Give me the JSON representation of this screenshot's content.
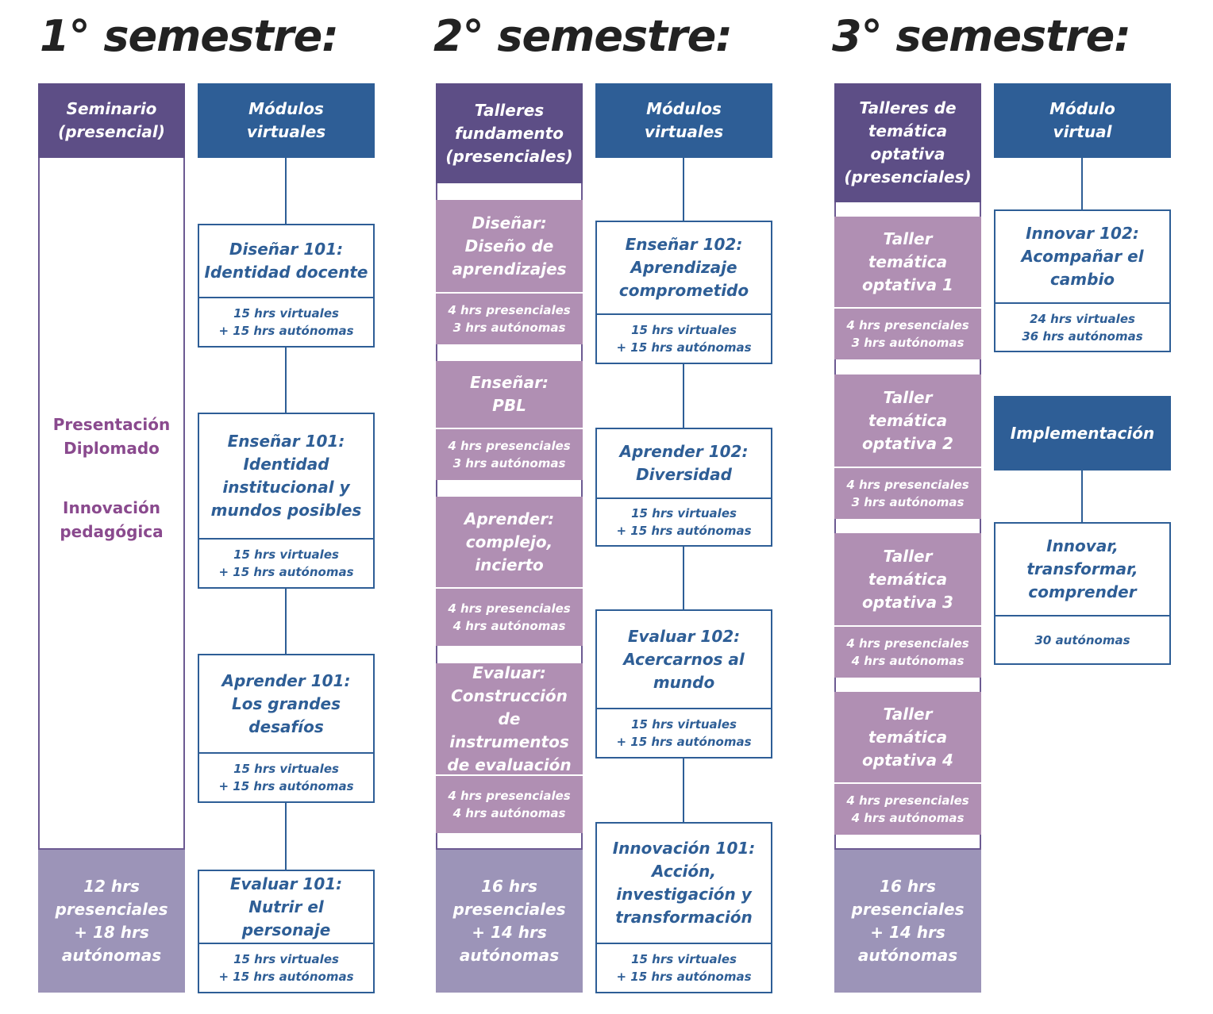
{
  "semesters": [
    {
      "title": "1° semestre:",
      "presencial_header": "Seminario\n(presencial)",
      "seminar_lines": [
        "Presentación\nDiplomado",
        "Innovación\npedagógica"
      ],
      "presencial_footer": "12 hrs\npresenciales\n+ 18 hrs\nautónomas",
      "virtual_header": "Módulos\nvirtuales",
      "virtual_modules": [
        {
          "title": "Diseñar 101:\nIdentidad docente",
          "hours": "15 hrs virtuales\n+ 15 hrs autónomas"
        },
        {
          "title": "Enseñar 101:\nIdentidad\ninstitucional y\nmundos posibles",
          "hours": "15 hrs virtuales\n+ 15 hrs autónomas"
        },
        {
          "title": "Aprender 101:\nLos grandes\ndesafíos",
          "hours": "15 hrs virtuales\n+ 15 hrs autónomas"
        },
        {
          "title": "Evaluar 101:\nNutrir el personaje",
          "hours": "15 hrs virtuales\n+ 15 hrs autónomas"
        }
      ]
    },
    {
      "title": "2° semestre:",
      "presencial_header": "Talleres\nfundamento\n(presenciales)",
      "workshops": [
        {
          "title": "Diseñar:\nDiseño de\naprendizajes",
          "hours": "4 hrs presenciales\n3 hrs autónomas"
        },
        {
          "title": "Enseñar:\nPBL",
          "hours": "4 hrs presenciales\n3 hrs autónomas"
        },
        {
          "title": "Aprender:\ncomplejo,\nincierto",
          "hours": "4 hrs presenciales\n4 hrs autónomas"
        },
        {
          "title": "Evaluar:\nConstrucción de\ninstrumentos\nde evaluación",
          "hours": "4 hrs presenciales\n4 hrs autónomas"
        }
      ],
      "presencial_footer": "16 hrs\npresenciales\n+ 14 hrs\nautónomas",
      "virtual_header": "Módulos\nvirtuales",
      "virtual_modules": [
        {
          "title": "Enseñar 102:\nAprendizaje\ncomprometido",
          "hours": "15 hrs virtuales\n+ 15 hrs autónomas"
        },
        {
          "title": "Aprender 102:\nDiversidad",
          "hours": "15 hrs virtuales\n+ 15 hrs autónomas"
        },
        {
          "title": "Evaluar 102:\nAcercarnos al\nmundo",
          "hours": "15 hrs virtuales\n+ 15 hrs autónomas"
        },
        {
          "title": "Innovación 101:\nAcción,\ninvestigación y\ntransformación",
          "hours": "15 hrs virtuales\n+ 15 hrs autónomas"
        }
      ]
    },
    {
      "title": "3° semestre:",
      "presencial_header": "Talleres de\ntemática\noptativa\n(presenciales)",
      "workshops": [
        {
          "title": "Taller\ntemática\noptativa 1",
          "hours": "4 hrs presenciales\n3 hrs autónomas"
        },
        {
          "title": "Taller\ntemática\noptativa 2",
          "hours": "4 hrs presenciales\n3 hrs autónomas"
        },
        {
          "title": "Taller\ntemática\noptativa 3",
          "hours": "4 hrs presenciales\n4 hrs autónomas"
        },
        {
          "title": "Taller\ntemática\noptativa 4",
          "hours": "4 hrs presenciales\n4 hrs autónomas"
        }
      ],
      "presencial_footer": "16 hrs\npresenciales\n+ 14 hrs\nautónomas",
      "virtual_header": "Módulo\nvirtual",
      "virtual_modules": [
        {
          "title": "Innovar 102:\nAcompañar el\ncambio",
          "hours": "24 hrs virtuales\n36 hrs autónomas"
        }
      ],
      "implementation_header": "Implementación",
      "implementation_modules": [
        {
          "title": "Innovar,\ntransformar,\ncomprender",
          "hours": "30 autónomas"
        }
      ]
    }
  ],
  "colors": {
    "purple_header": "#5d4e86",
    "blue_header": "#2e5e96",
    "workshop_fill": "#b08fb3",
    "footer_fill": "#9c94b8",
    "seminar_text": "#8a4a8e"
  }
}
